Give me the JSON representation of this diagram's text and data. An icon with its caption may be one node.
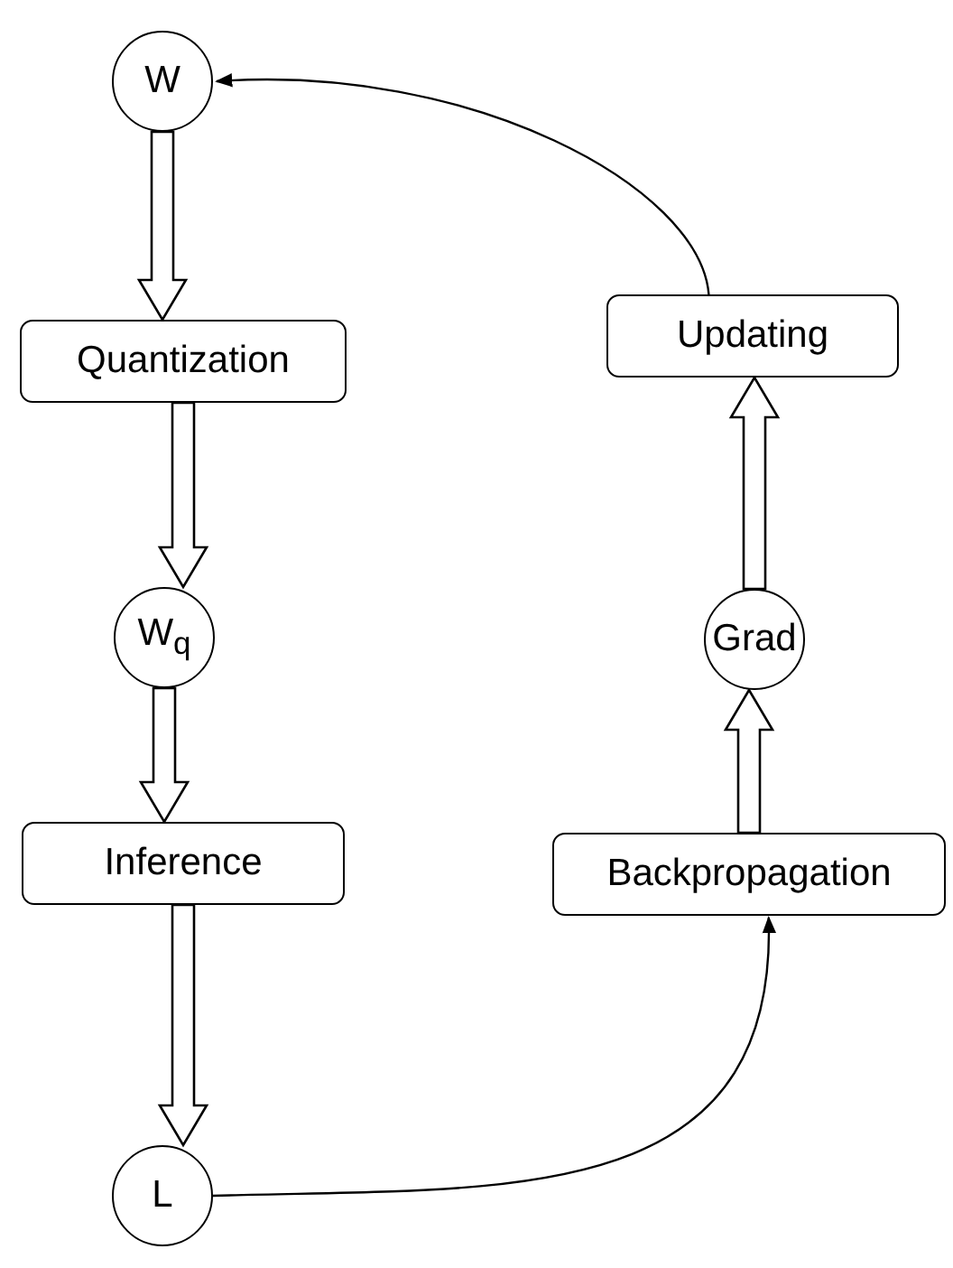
{
  "diagram": {
    "nodes": [
      {
        "text": [
          "W"
        ]
      },
      {
        "text": [
          "Quantization"
        ]
      },
      {
        "text": [
          "W$_{q}$"
        ]
      },
      {
        "text": [
          "Inference"
        ]
      },
      {
        "text": [
          "L"
        ]
      },
      {
        "text": [
          "Updating"
        ]
      },
      {
        "text": [
          "Grad"
        ]
      },
      {
        "text": [
          "Backpropagation"
        ]
      }
    ],
    "edges": [
      {
        "from": 0,
        "to": 1,
        "arrow": "to",
        "style": "thick"
      },
      {
        "from": 1,
        "to": 2,
        "arrow": "to",
        "style": "thick"
      },
      {
        "from": 2,
        "to": 3,
        "arrow": "to",
        "style": "thick"
      },
      {
        "from": 3,
        "to": 4,
        "arrow": "to",
        "style": "thick"
      },
      {
        "from": 4,
        "to": 7,
        "arrow": "to"
      },
      {
        "from": 7,
        "to": 6,
        "arrow": "to",
        "style": "thick"
      },
      {
        "from": 6,
        "to": 5,
        "arrow": "to",
        "style": "thick"
      },
      {
        "from": 5,
        "to": 0,
        "arrow": "to"
      }
    ]
  }
}
